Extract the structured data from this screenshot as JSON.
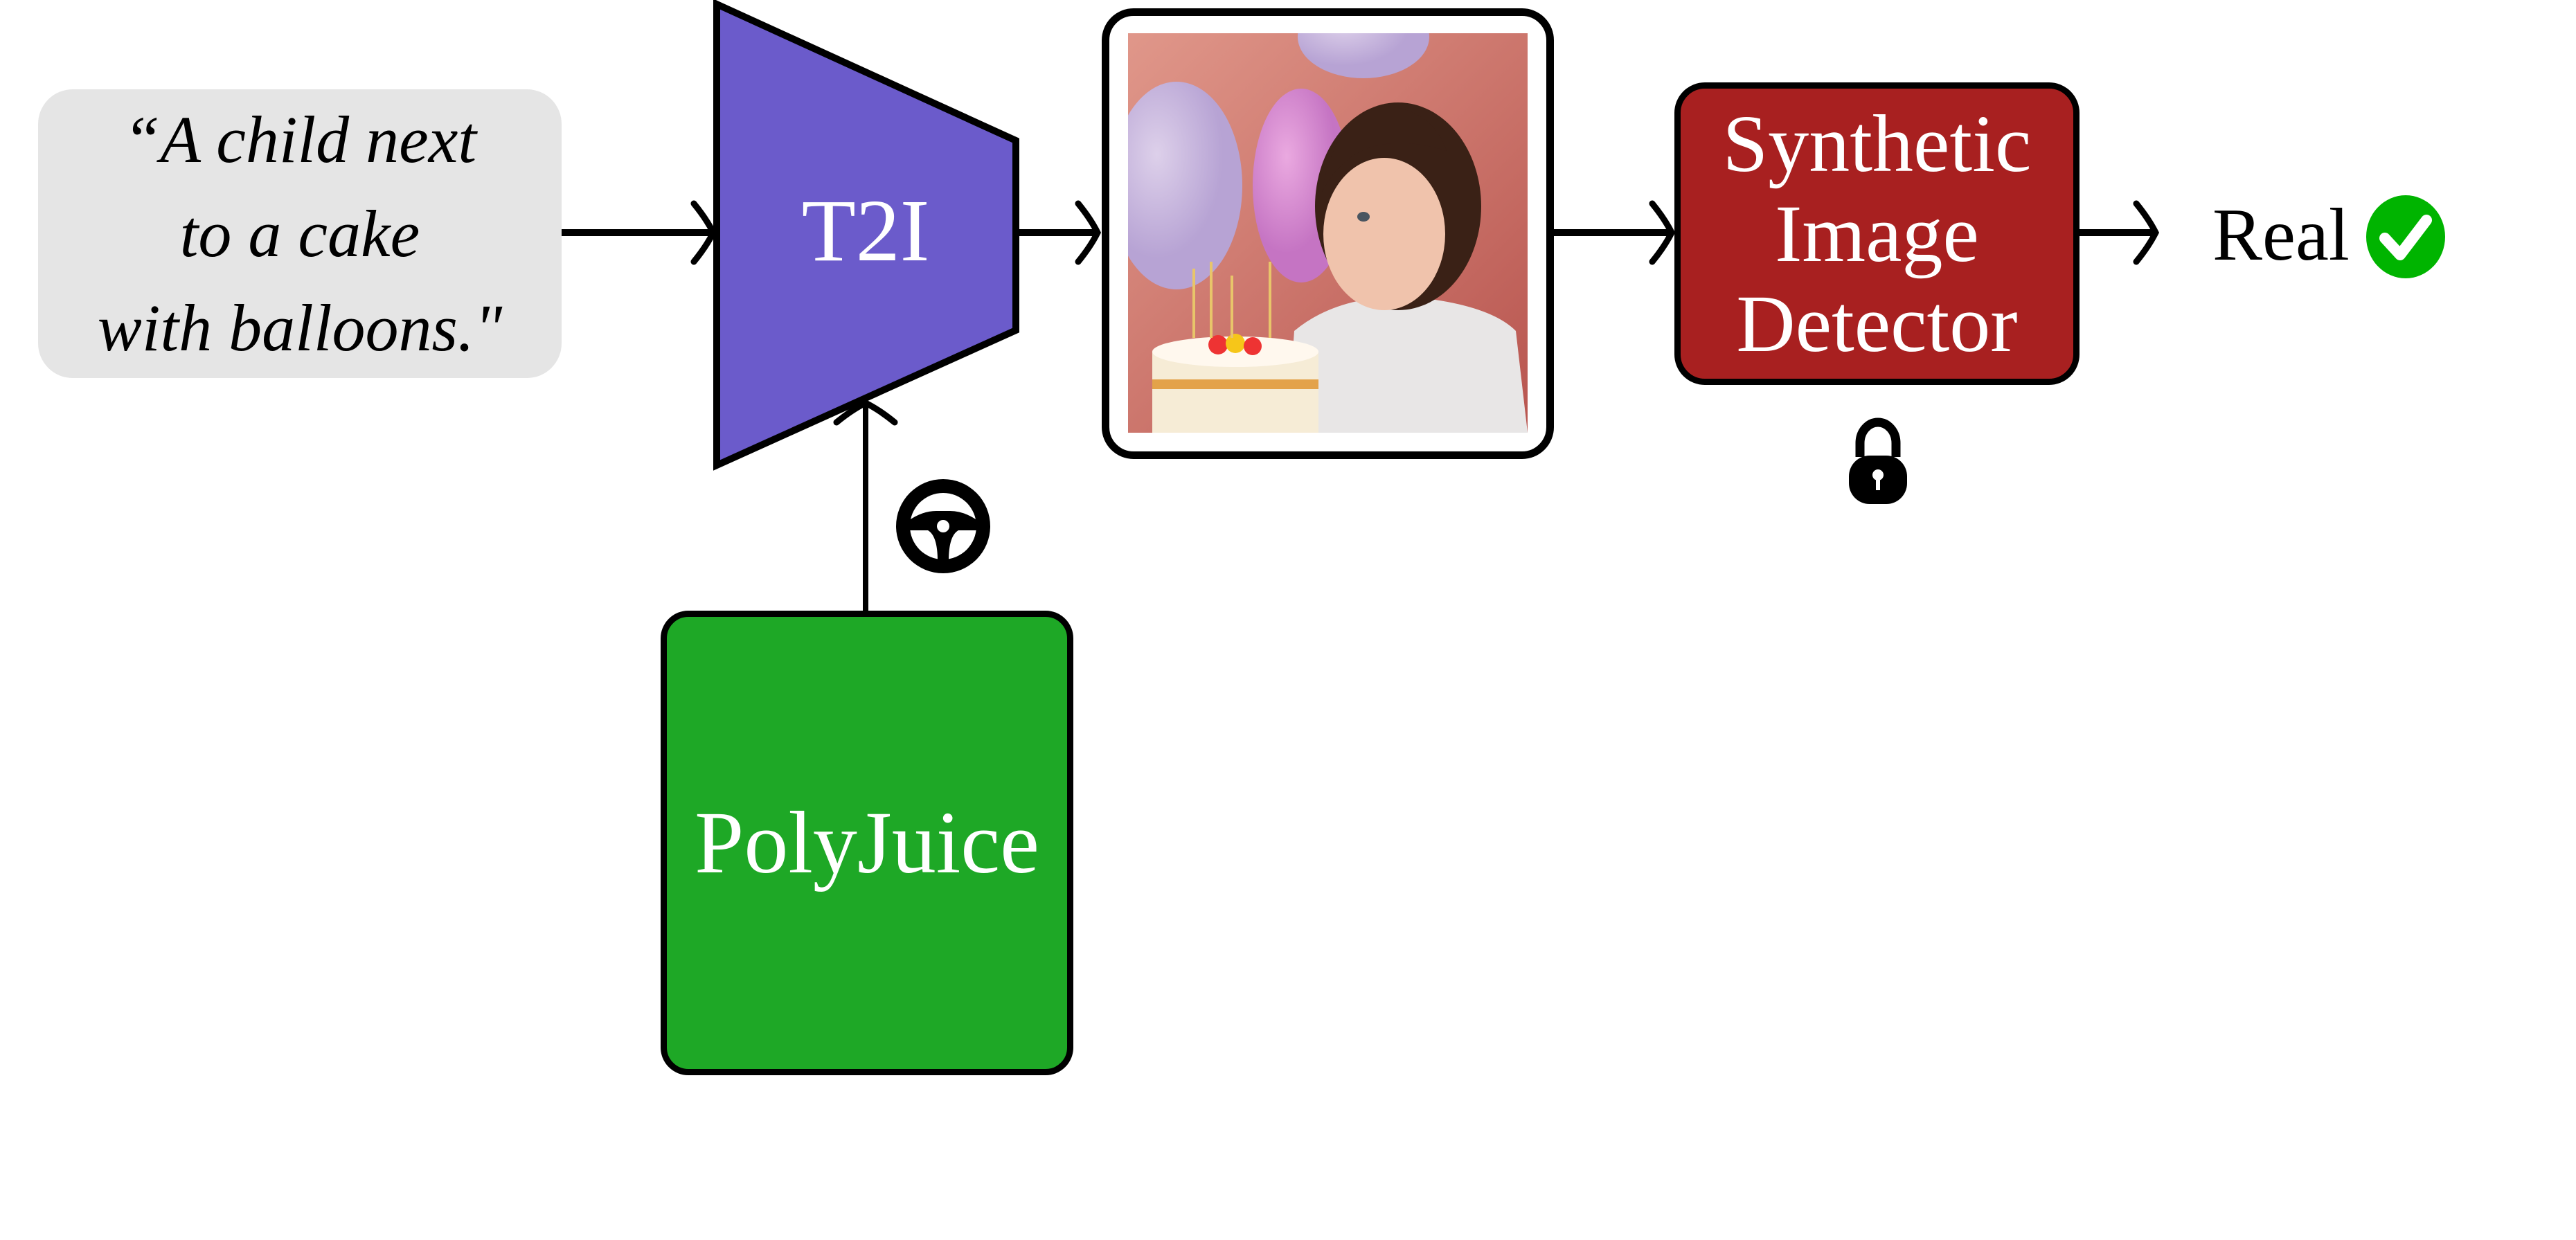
{
  "prompt": {
    "lines": [
      "“A child next",
      "to a cake",
      "with balloons.\""
    ]
  },
  "t2i": {
    "label": "T2I",
    "color": "#6b5bcb"
  },
  "generated_image": {
    "description_icon": "photo-child-with-cake"
  },
  "detector": {
    "lines": [
      "Synthetic",
      "Image",
      "Detector"
    ],
    "color": "#a82020",
    "icon": "lock-icon"
  },
  "polyjuice": {
    "label": "PolyJuice",
    "color": "#1ea826",
    "icon": "steering-wheel-icon"
  },
  "output": {
    "label": "Real",
    "icon": "check-circle-icon",
    "icon_color": "#00b400"
  }
}
